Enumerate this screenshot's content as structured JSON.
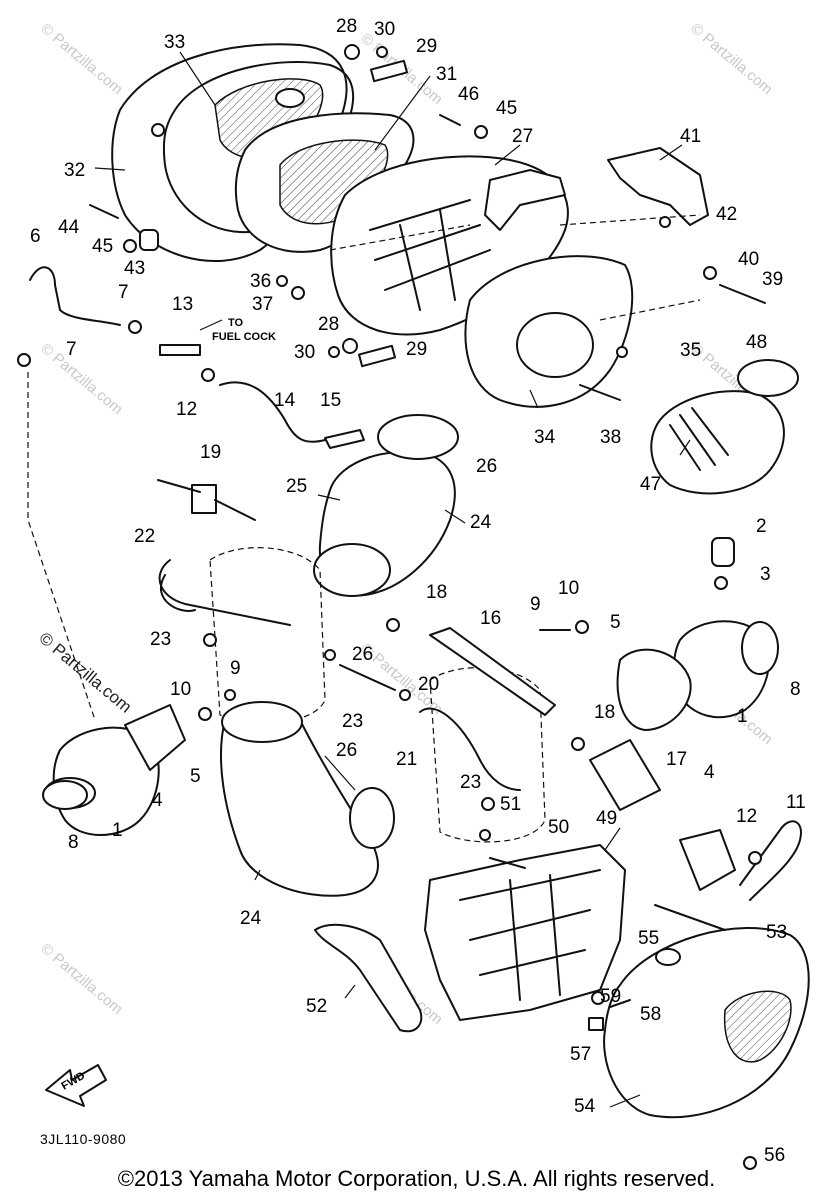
{
  "diagram_code": "3JL110-9080",
  "copyright": "©2013 Yamaha Motor Corporation, U.S.A. All rights reserved.",
  "fuel_cock_note": [
    "TO",
    "FUEL COCK"
  ],
  "fwd_label": "FWD",
  "watermark": "© Partzilla.com",
  "callouts": {
    "n1a": "1",
    "n1b": "1",
    "n2": "2",
    "n3": "3",
    "n4a": "4",
    "n4b": "4",
    "n5a": "5",
    "n5b": "5",
    "n6": "6",
    "n7a": "7",
    "n7b": "7",
    "n8a": "8",
    "n8b": "8",
    "n9a": "9",
    "n9b": "9",
    "n10a": "10",
    "n10b": "10",
    "n11": "11",
    "n12a": "12",
    "n12b": "12",
    "n13": "13",
    "n14": "14",
    "n15": "15",
    "n16": "16",
    "n17": "17",
    "n18a": "18",
    "n18b": "18",
    "n19": "19",
    "n20": "20",
    "n21": "21",
    "n22": "22",
    "n23a": "23",
    "n23b": "23",
    "n23c": "23",
    "n24a": "24",
    "n24b": "24",
    "n25": "25",
    "n26a": "26",
    "n26b": "26",
    "n26c": "26",
    "n27": "27",
    "n28a": "28",
    "n28b": "28",
    "n29a": "29",
    "n29b": "29",
    "n30a": "30",
    "n30b": "30",
    "n31": "31",
    "n32": "32",
    "n33": "33",
    "n34": "34",
    "n35": "35",
    "n36": "36",
    "n37": "37",
    "n38": "38",
    "n39": "39",
    "n40": "40",
    "n41": "41",
    "n42": "42",
    "n43": "43",
    "n44": "44",
    "n45a": "45",
    "n45b": "45",
    "n46": "46",
    "n47": "47",
    "n48": "48",
    "n49": "49",
    "n50": "50",
    "n51": "51",
    "n52": "52",
    "n53": "53",
    "n54": "54",
    "n55": "55",
    "n56": "56",
    "n57": "57",
    "n58": "58",
    "n59": "59"
  }
}
